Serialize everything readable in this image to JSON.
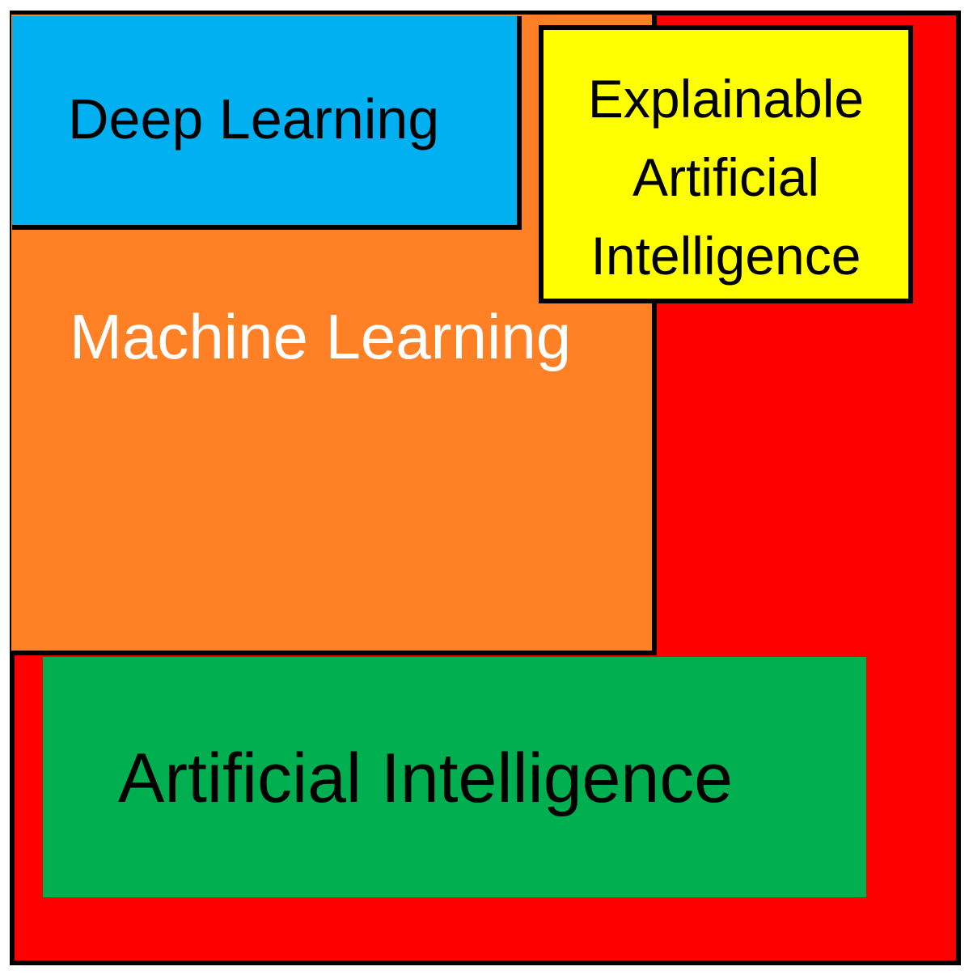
{
  "colors": {
    "artificial_intelligence_region": "#ff0000",
    "machine_learning": "#ff8025",
    "deep_learning": "#00b0f0",
    "explainable_ai": "#ffff00",
    "artificial_intelligence_label_box": "#00b050",
    "outline": "#000000"
  },
  "labels": {
    "deep_learning": "Deep Learning",
    "machine_learning": "Machine Learning",
    "explainable_ai": [
      "Explainable",
      "Artificial",
      "Intelligence"
    ],
    "artificial_intelligence": "Artificial Intelligence"
  }
}
